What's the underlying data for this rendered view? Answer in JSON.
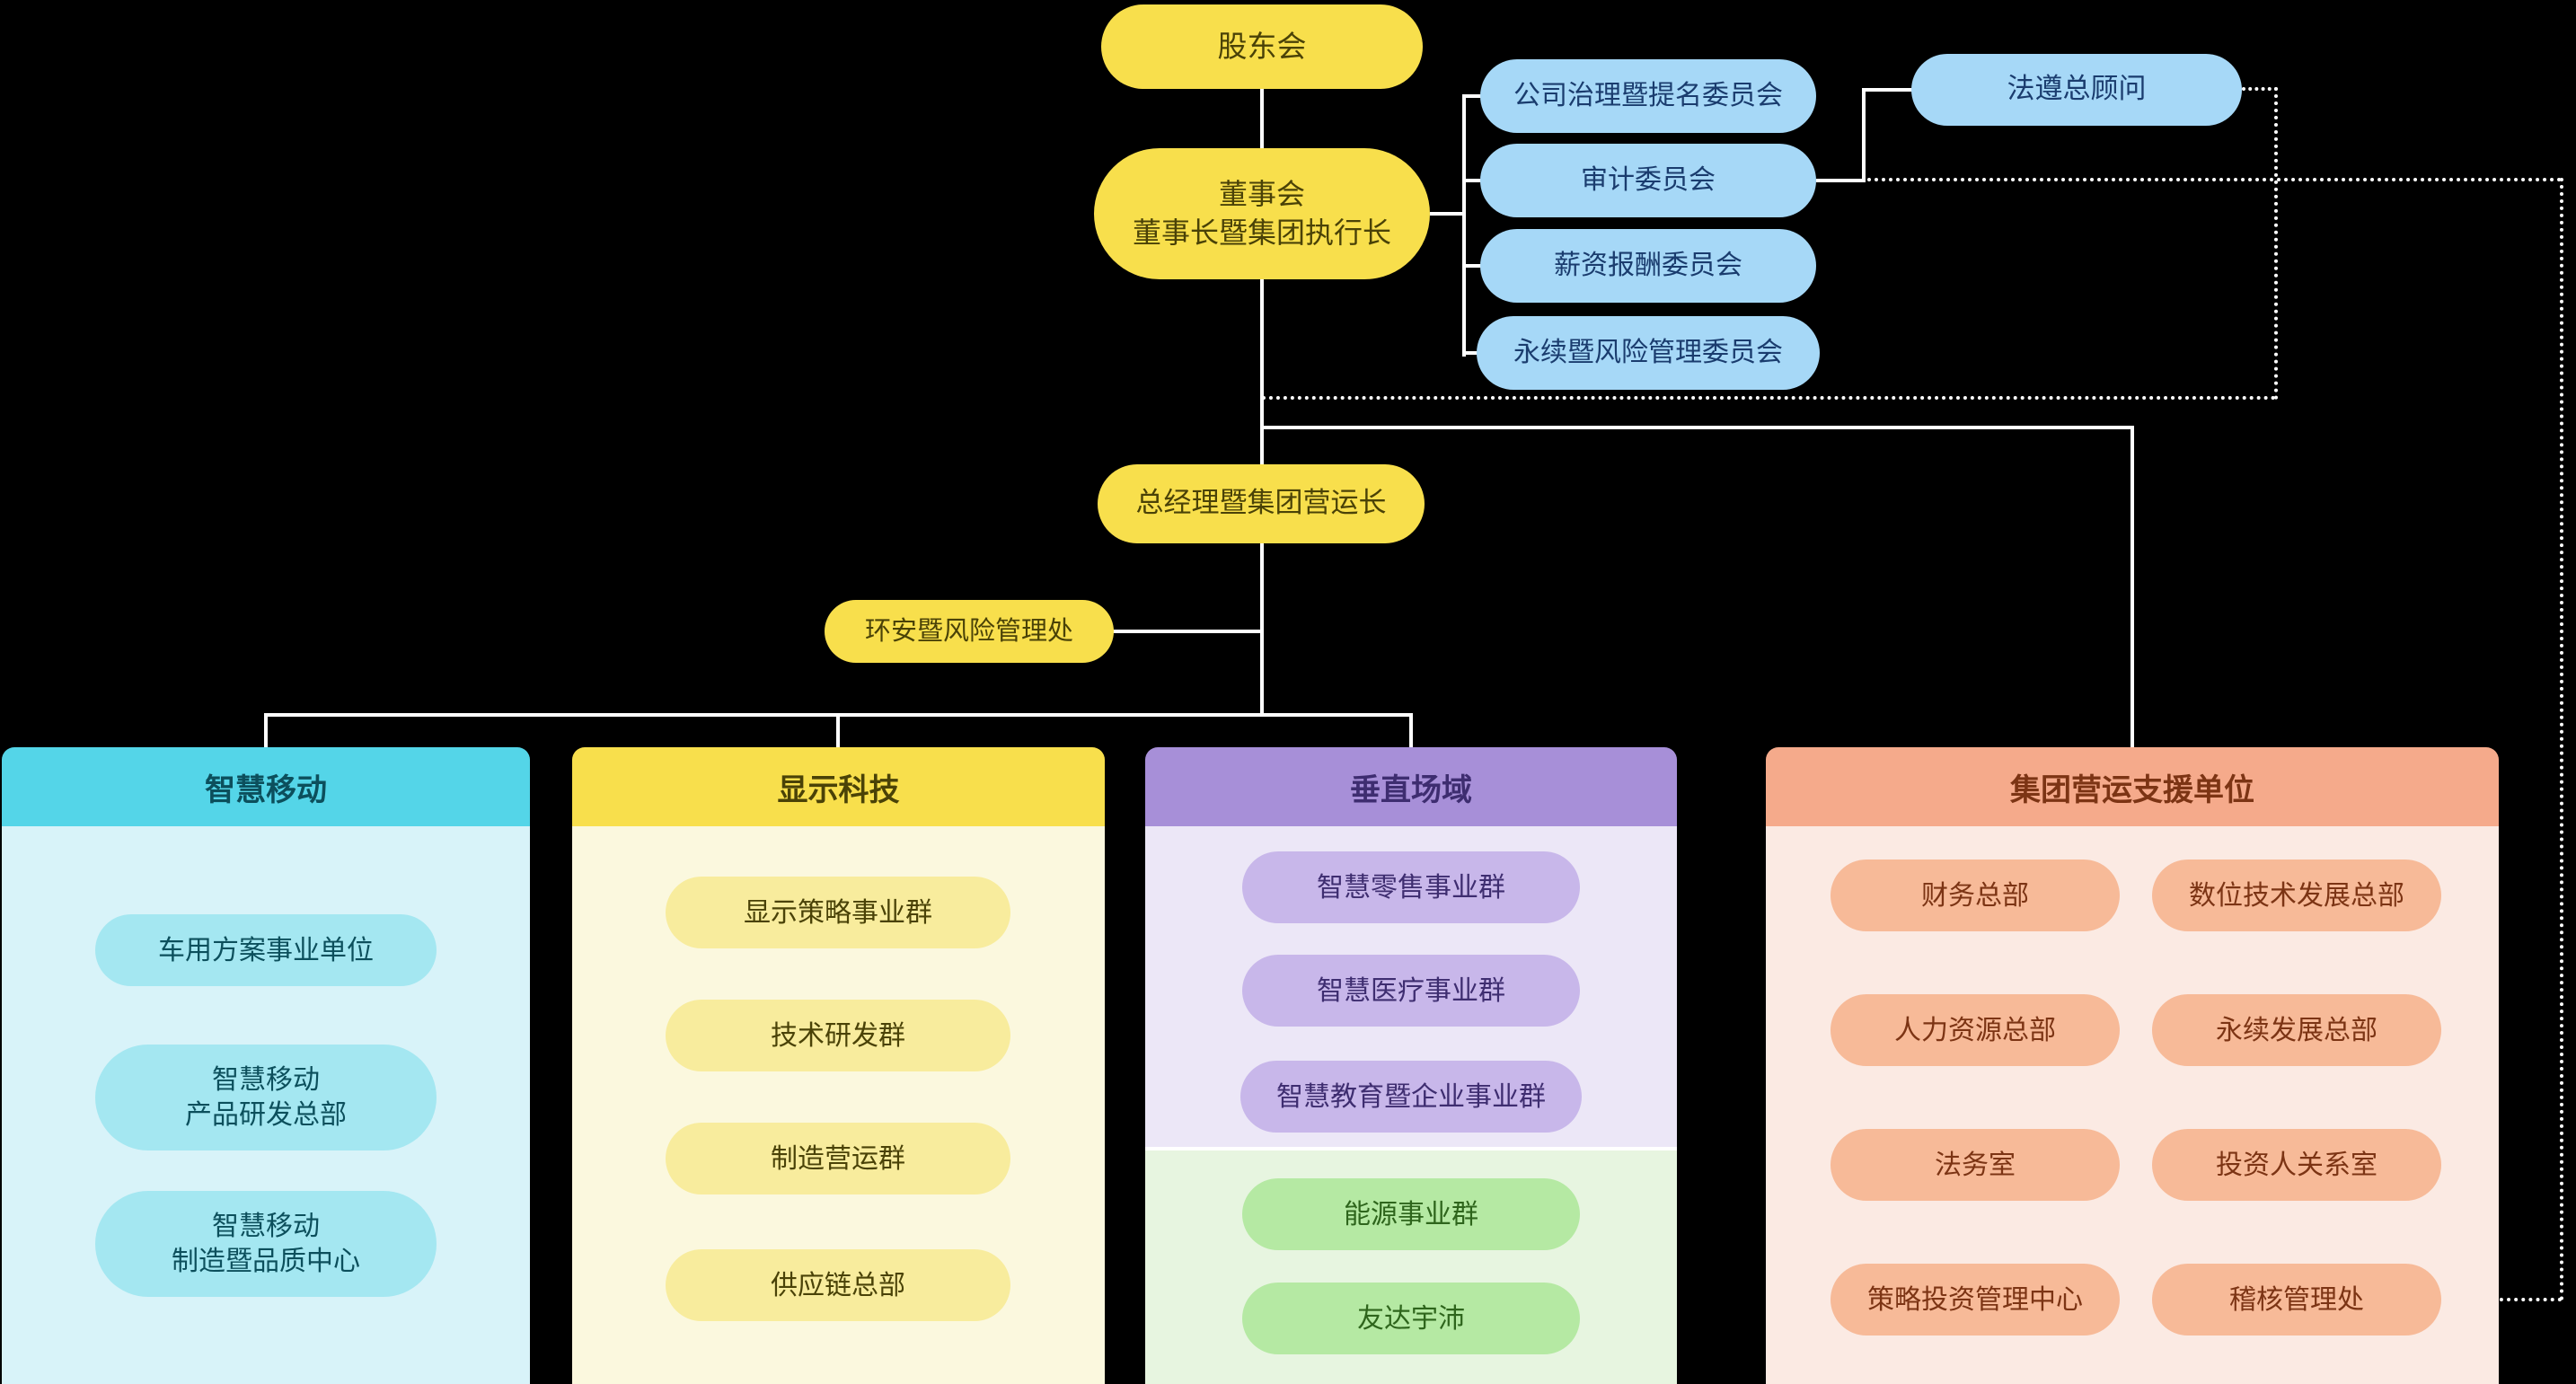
{
  "nodes": {
    "shareholders": "股东会",
    "board_line1": "董事会",
    "board_line2": "董事长暨集团执行长",
    "committees": [
      "公司治理暨提名委员会",
      "审计委员会",
      "薪资报酬委员会",
      "永续暨风险管理委员会"
    ],
    "compliance": "法遵总顾问",
    "coo": "总经理暨集团营运长",
    "ehs": "环安暨风险管理处"
  },
  "divisions": [
    {
      "title": "智慧移动",
      "items": [
        {
          "l1": "车用方案事业单位"
        },
        {
          "l1": "智慧移动",
          "l2": "产品研发总部"
        },
        {
          "l1": "智慧移动",
          "l2": "制造暨品质中心"
        }
      ]
    },
    {
      "title": "显示科技",
      "items": [
        {
          "l1": "显示策略事业群"
        },
        {
          "l1": "技术研发群"
        },
        {
          "l1": "制造营运群"
        },
        {
          "l1": "供应链总部"
        }
      ]
    },
    {
      "title": "垂直场域",
      "items": [
        {
          "l1": "智慧零售事业群"
        },
        {
          "l1": "智慧医疗事业群"
        },
        {
          "l1": "智慧教育暨企业事业群"
        }
      ],
      "green_items": [
        {
          "l1": "能源事业群"
        },
        {
          "l1": "友达宇沛"
        }
      ]
    },
    {
      "title": "集团营运支援单位",
      "left_items": [
        "财务总部",
        "人力资源总部",
        "法务室",
        "策略投资管理中心"
      ],
      "right_items": [
        "数位技术发展总部",
        "永续发展总部",
        "投资人关系室",
        "稽核管理处"
      ]
    }
  ],
  "colors": {
    "line": "#FFFFFF",
    "yellow": "#F8DF4C",
    "yellowText": "#4A4207",
    "blue": "#A6D8F7",
    "blueText": "#1A3C6E",
    "cyanHeader": "#54D5E8",
    "cyanBody": "#D8F3F9",
    "cyanItem": "#A4E7F1",
    "cyanText": "#0C4F5C",
    "creamBody": "#FBF8DE",
    "yellowItem": "#F8EC9D",
    "purpleHeader": "#A78FD8",
    "purpleBody": "#ECE7F7",
    "purpleItem": "#C8B7EA",
    "purpleText": "#3E2D70",
    "greenBody": "#E7F5E0",
    "greenItem": "#B5E9A3",
    "greenText": "#2E651C",
    "orangeHeader": "#F5AA8B",
    "orangeBody": "#FBEAE3",
    "orangeItem": "#F7BA98",
    "orangeText": "#7C3414"
  }
}
